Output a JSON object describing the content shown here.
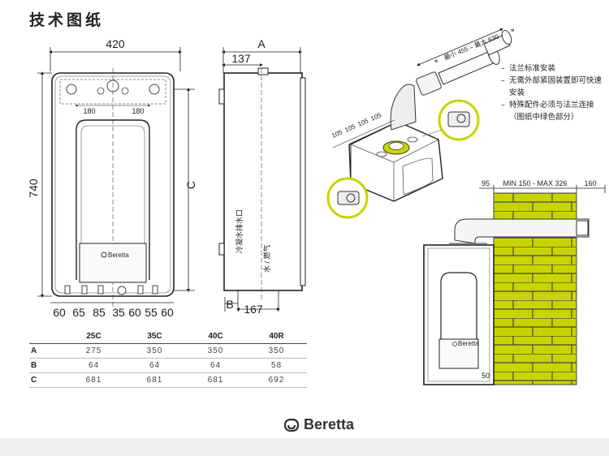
{
  "page": {
    "title": "技术图纸"
  },
  "front_view": {
    "width_label": "420",
    "height_label": "740",
    "depth_label": "C",
    "top_spacing": [
      "180",
      "180"
    ],
    "bottom_spacing": [
      "60",
      "65",
      "85",
      "35",
      "60",
      "55",
      "60"
    ],
    "brand_label": "Beretta"
  },
  "side_view": {
    "top_label": "A",
    "top_value": "137",
    "bottom_label": "B",
    "bottom_value": "167",
    "condensate_label": "冷凝水排水口",
    "water_gas_label": "水 / 燃气"
  },
  "flue_view": {
    "range_label": "最小 455 – 最大 630",
    "bottom_spacing": [
      "105",
      "105",
      "105",
      "105"
    ],
    "notes": [
      "法兰标准安装",
      "无需外部紧固装置即可快速安装",
      "特殊配件必须与法兰连接（图纸中绿色部分）"
    ],
    "accent_color": "#c8d400"
  },
  "wall_view": {
    "left_offset": "95",
    "range_label": "MIN 150 - MAX 326",
    "right_offset": "160",
    "bottom_offset": "50",
    "wall_color": "#c8d400"
  },
  "dimensions_table": {
    "columns": [
      "",
      "25C",
      "35C",
      "40C",
      "40R"
    ],
    "rows": [
      {
        "label": "A",
        "values": [
          "275",
          "350",
          "350",
          "350"
        ]
      },
      {
        "label": "B",
        "values": [
          "64",
          "64",
          "64",
          "58"
        ]
      },
      {
        "label": "C",
        "values": [
          "681",
          "681",
          "681",
          "692"
        ]
      }
    ]
  },
  "footer": {
    "logo_text": "Beretta"
  }
}
